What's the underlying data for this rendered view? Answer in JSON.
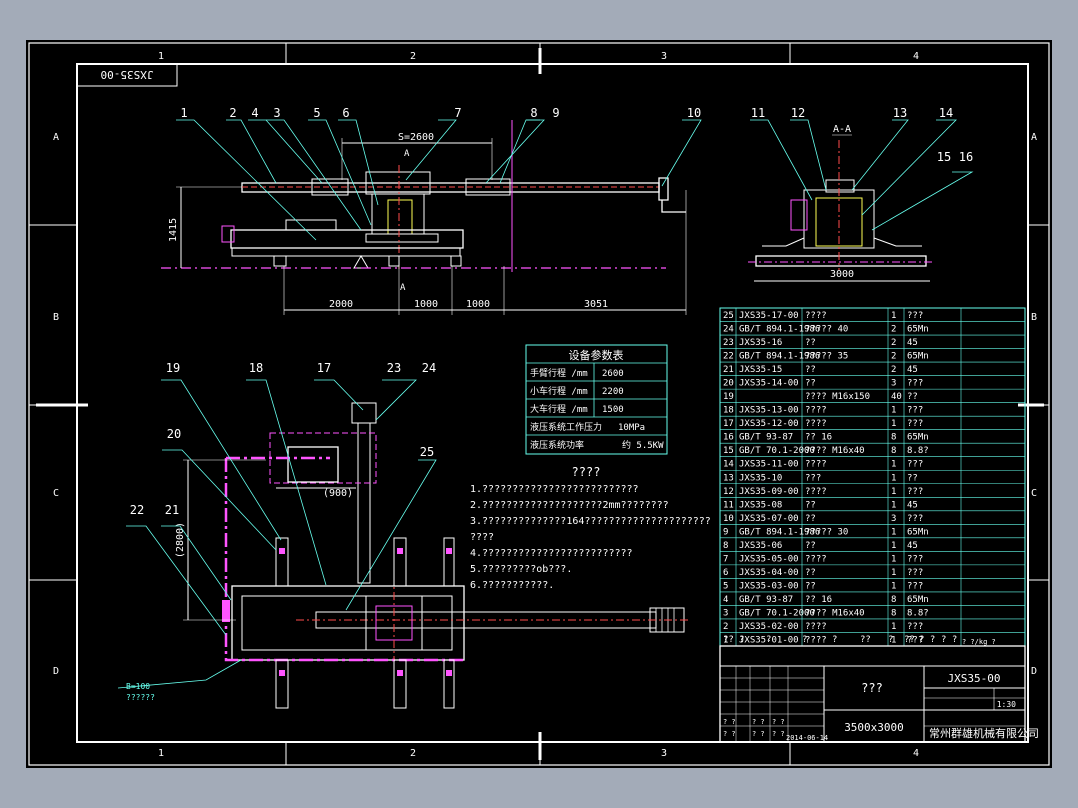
{
  "drawing": {
    "code_rotated": "JXS35-00",
    "grid_cols": [
      "1",
      "2",
      "3",
      "4"
    ],
    "grid_rows": [
      "A",
      "B",
      "C",
      "D"
    ]
  },
  "side_view": {
    "callouts": [
      "1",
      "2",
      "4",
      "3",
      "5",
      "6",
      "7",
      "8",
      "9",
      "10"
    ],
    "stroke_label": "S=2600",
    "section_mark": "A",
    "height_dim": "1415",
    "dims": [
      "2000",
      "1000",
      "1000",
      "3051"
    ]
  },
  "section_view": {
    "title": "A-A",
    "callouts": [
      "11",
      "12",
      "13",
      "14",
      "15",
      "16"
    ],
    "width_dim": "3000"
  },
  "plan_view": {
    "callouts": [
      "19",
      "18",
      "17",
      "23",
      "24",
      "20",
      "25",
      "22",
      "21"
    ],
    "dim_900": "(900)",
    "dim_2800": "(2800)",
    "note_line1": "B=100",
    "note_line2": "??????"
  },
  "params_table": {
    "title": "设备参数表",
    "rows": [
      {
        "label": "手臂行程 /mm",
        "value": "2600"
      },
      {
        "label": "小车行程 /mm",
        "value": "2200"
      },
      {
        "label": "大车行程 /mm",
        "value": "1500"
      },
      {
        "label": "液压系统工作压力",
        "value": "10MPa"
      },
      {
        "label": "液压系统功率",
        "value": "约 5.5KW"
      }
    ]
  },
  "notes": {
    "title": "????",
    "lines": [
      "1.??????????????????????????",
      "2.????????????????????2mm????????",
      "3.??????????????164?????????????????????",
      "????",
      "4.?????????????????????????",
      "5.?????????ob???.",
      "6.???????????."
    ]
  },
  "bom": {
    "rows": [
      {
        "no": "25",
        "code": "JXS35-17-00",
        "name": "????",
        "qty": "1",
        "mat": "???"
      },
      {
        "no": "24",
        "code": "GB/T 894.1-1986",
        "name": "????? 40",
        "qty": "2",
        "mat": "65Mn"
      },
      {
        "no": "23",
        "code": "JXS35-16",
        "name": "??",
        "qty": "2",
        "mat": "45"
      },
      {
        "no": "22",
        "code": "GB/T 894.1-1986",
        "name": "????? 35",
        "qty": "2",
        "mat": "65Mn"
      },
      {
        "no": "21",
        "code": "JXS35-15",
        "name": "??",
        "qty": "2",
        "mat": "45"
      },
      {
        "no": "20",
        "code": "JXS35-14-00",
        "name": "??",
        "qty": "3",
        "mat": "???"
      },
      {
        "no": "19",
        "code": "",
        "name": "???? M16x150",
        "qty": "40",
        "mat": "??"
      },
      {
        "no": "18",
        "code": "JXS35-13-00",
        "name": "????",
        "qty": "1",
        "mat": "???"
      },
      {
        "no": "17",
        "code": "JXS35-12-00",
        "name": "????",
        "qty": "1",
        "mat": "???"
      },
      {
        "no": "16",
        "code": "GB/T 93-87",
        "name": "?? 16",
        "qty": "8",
        "mat": "65Mn"
      },
      {
        "no": "15",
        "code": "GB/T 70.1-2000",
        "name": "???? M16x40",
        "qty": "8",
        "mat": "8.8?"
      },
      {
        "no": "14",
        "code": "JXS35-11-00",
        "name": "????",
        "qty": "1",
        "mat": "???"
      },
      {
        "no": "13",
        "code": "JXS35-10",
        "name": "???",
        "qty": "1",
        "mat": "??"
      },
      {
        "no": "12",
        "code": "JXS35-09-00",
        "name": "????",
        "qty": "1",
        "mat": "???"
      },
      {
        "no": "11",
        "code": "JXS35-08",
        "name": "??",
        "qty": "1",
        "mat": "45"
      },
      {
        "no": "10",
        "code": "JXS35-07-00",
        "name": "??",
        "qty": "3",
        "mat": "???"
      },
      {
        "no": "9",
        "code": "GB/T 894.1-1986",
        "name": "????? 30",
        "qty": "1",
        "mat": "65Mn"
      },
      {
        "no": "8",
        "code": "JXS35-06",
        "name": "??",
        "qty": "1",
        "mat": "45"
      },
      {
        "no": "7",
        "code": "JXS35-05-00",
        "name": "????",
        "qty": "1",
        "mat": "???"
      },
      {
        "no": "6",
        "code": "JXS35-04-00",
        "name": "??",
        "qty": "1",
        "mat": "???"
      },
      {
        "no": "5",
        "code": "JXS35-03-00",
        "name": "??",
        "qty": "1",
        "mat": "???"
      },
      {
        "no": "4",
        "code": "GB/T 93-87",
        "name": "?? 16",
        "qty": "8",
        "mat": "65Mn"
      },
      {
        "no": "3",
        "code": "GB/T 70.1-2000",
        "name": "???? M16x40",
        "qty": "8",
        "mat": "8.8?"
      },
      {
        "no": "2",
        "code": "JXS35-02-00",
        "name": "????",
        "qty": "1",
        "mat": "???"
      },
      {
        "no": "1",
        "code": "JXS35-01-00",
        "name": "????",
        "qty": "1",
        "mat": "???"
      }
    ],
    "header": [
      "??",
      "?",
      "?",
      "?",
      "?",
      "??",
      "?",
      "??",
      "? ?",
      "? ?"
    ],
    "weight_label": "? ?/kg ?"
  },
  "title_block": {
    "name": "???",
    "code": "JXS35-00",
    "scale": "1:30",
    "size": "3500x3000",
    "company": "常州群雄机械有限公司",
    "date": "2014-06-14",
    "small_marks": [
      "? ?",
      "? ?",
      "? ?",
      "? ?",
      "? ?",
      "? ?"
    ]
  }
}
